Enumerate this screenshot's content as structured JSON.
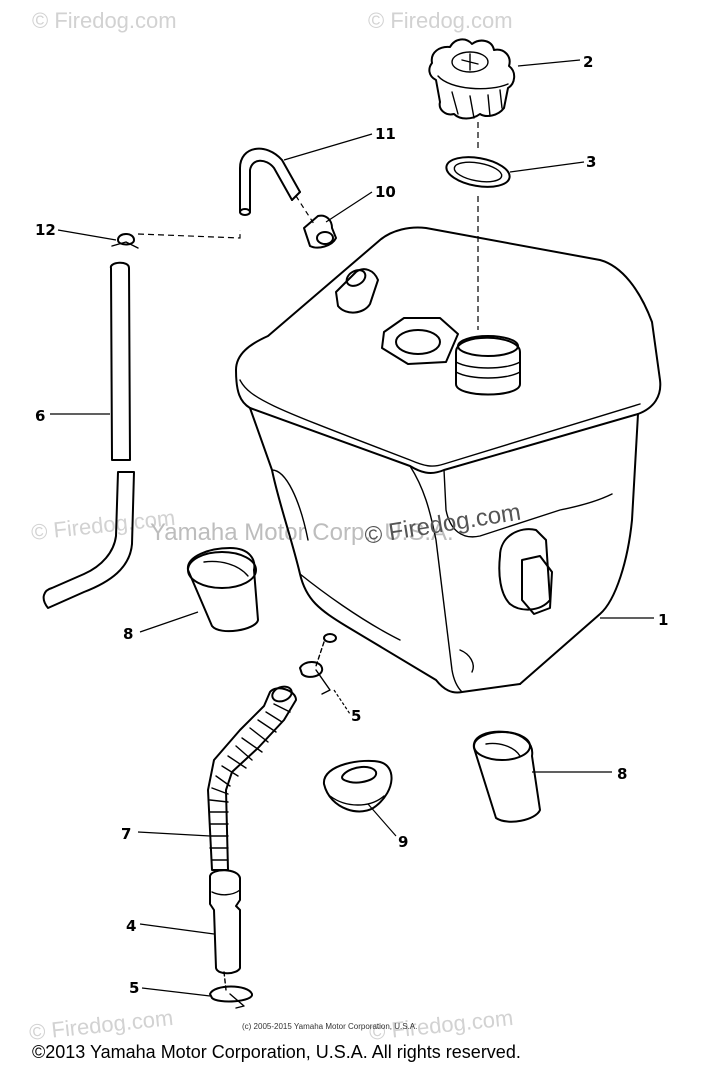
{
  "watermarks": {
    "firedog": "© Firedog.com",
    "yamaha": "Yamaha Motor Corp., U.S.A.",
    "center_firedog": "© Firedog.com"
  },
  "callouts": [
    "1",
    "2",
    "3",
    "4",
    "5",
    "5",
    "6",
    "7",
    "8",
    "8",
    "9",
    "10",
    "11",
    "12"
  ],
  "copyright_small": "(c) 2005-2015 Yamaha Motor Corporation, U.S.A.",
  "copyright_footer": "©2013 Yamaha Motor Corporation, U.S.A. All rights reserved."
}
